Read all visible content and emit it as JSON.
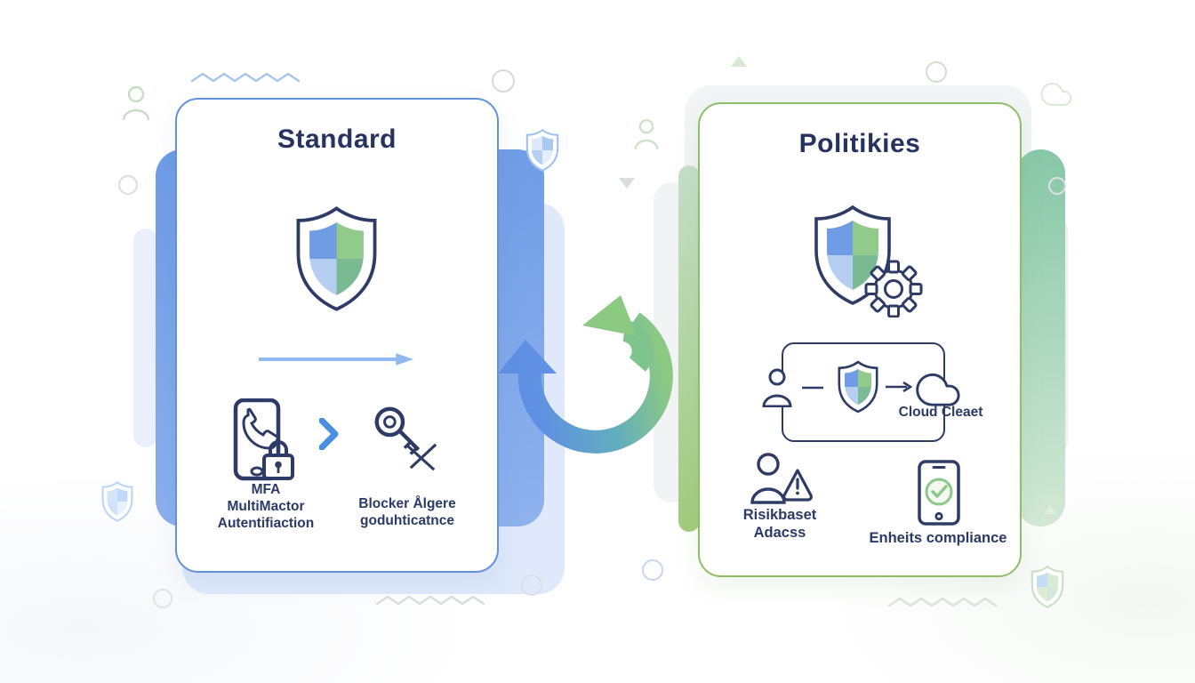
{
  "page": {
    "type": "security-comparison-infographic"
  },
  "left_card": {
    "title": "Standard",
    "shield_icon": "shield-quadrant-icon",
    "items": [
      {
        "icon": "phone-mfa-lock-icon",
        "label": "MFA\nMultiMactor\nAutentifiaction"
      },
      {
        "icon": "key-blocked-icon",
        "label": "Blocker Ålgere\ngoduhticatnce"
      }
    ]
  },
  "center": {
    "icon": "cycle-arrows-icon"
  },
  "right_card": {
    "title": "Politikies",
    "shield_icon": "shield-gear-icon",
    "flow": {
      "icons": [
        "user-icon",
        "shield-quadrant-icon",
        "cloud-icon"
      ],
      "label": "Cloud Cleaet"
    },
    "items": [
      {
        "icon": "user-warning-icon",
        "label": "Risikbaset\nAdacss"
      },
      {
        "icon": "tablet-check-icon",
        "label": "Enheits compliance"
      }
    ]
  },
  "colors": {
    "navy": "#2b3a66",
    "title_navy": "#27335f",
    "accent_blue": "#4a90e2",
    "card_border_blue": "#6292d8",
    "card_border_green": "#8fbe68",
    "shield_blue": "#6f9ce4",
    "shield_green": "#92ca8c",
    "shield_light_blue": "#b6cef2",
    "shield_teal": "#79ba92",
    "cycle_gradient_start": "#5f90e4",
    "cycle_gradient_end": "#8cc982",
    "check_green": "#8bc88b"
  },
  "decorations": [
    "user-icon",
    "zigzag-line",
    "circle",
    "shield-icon",
    "triangle-up",
    "triangle-down",
    "cloud-icon"
  ]
}
